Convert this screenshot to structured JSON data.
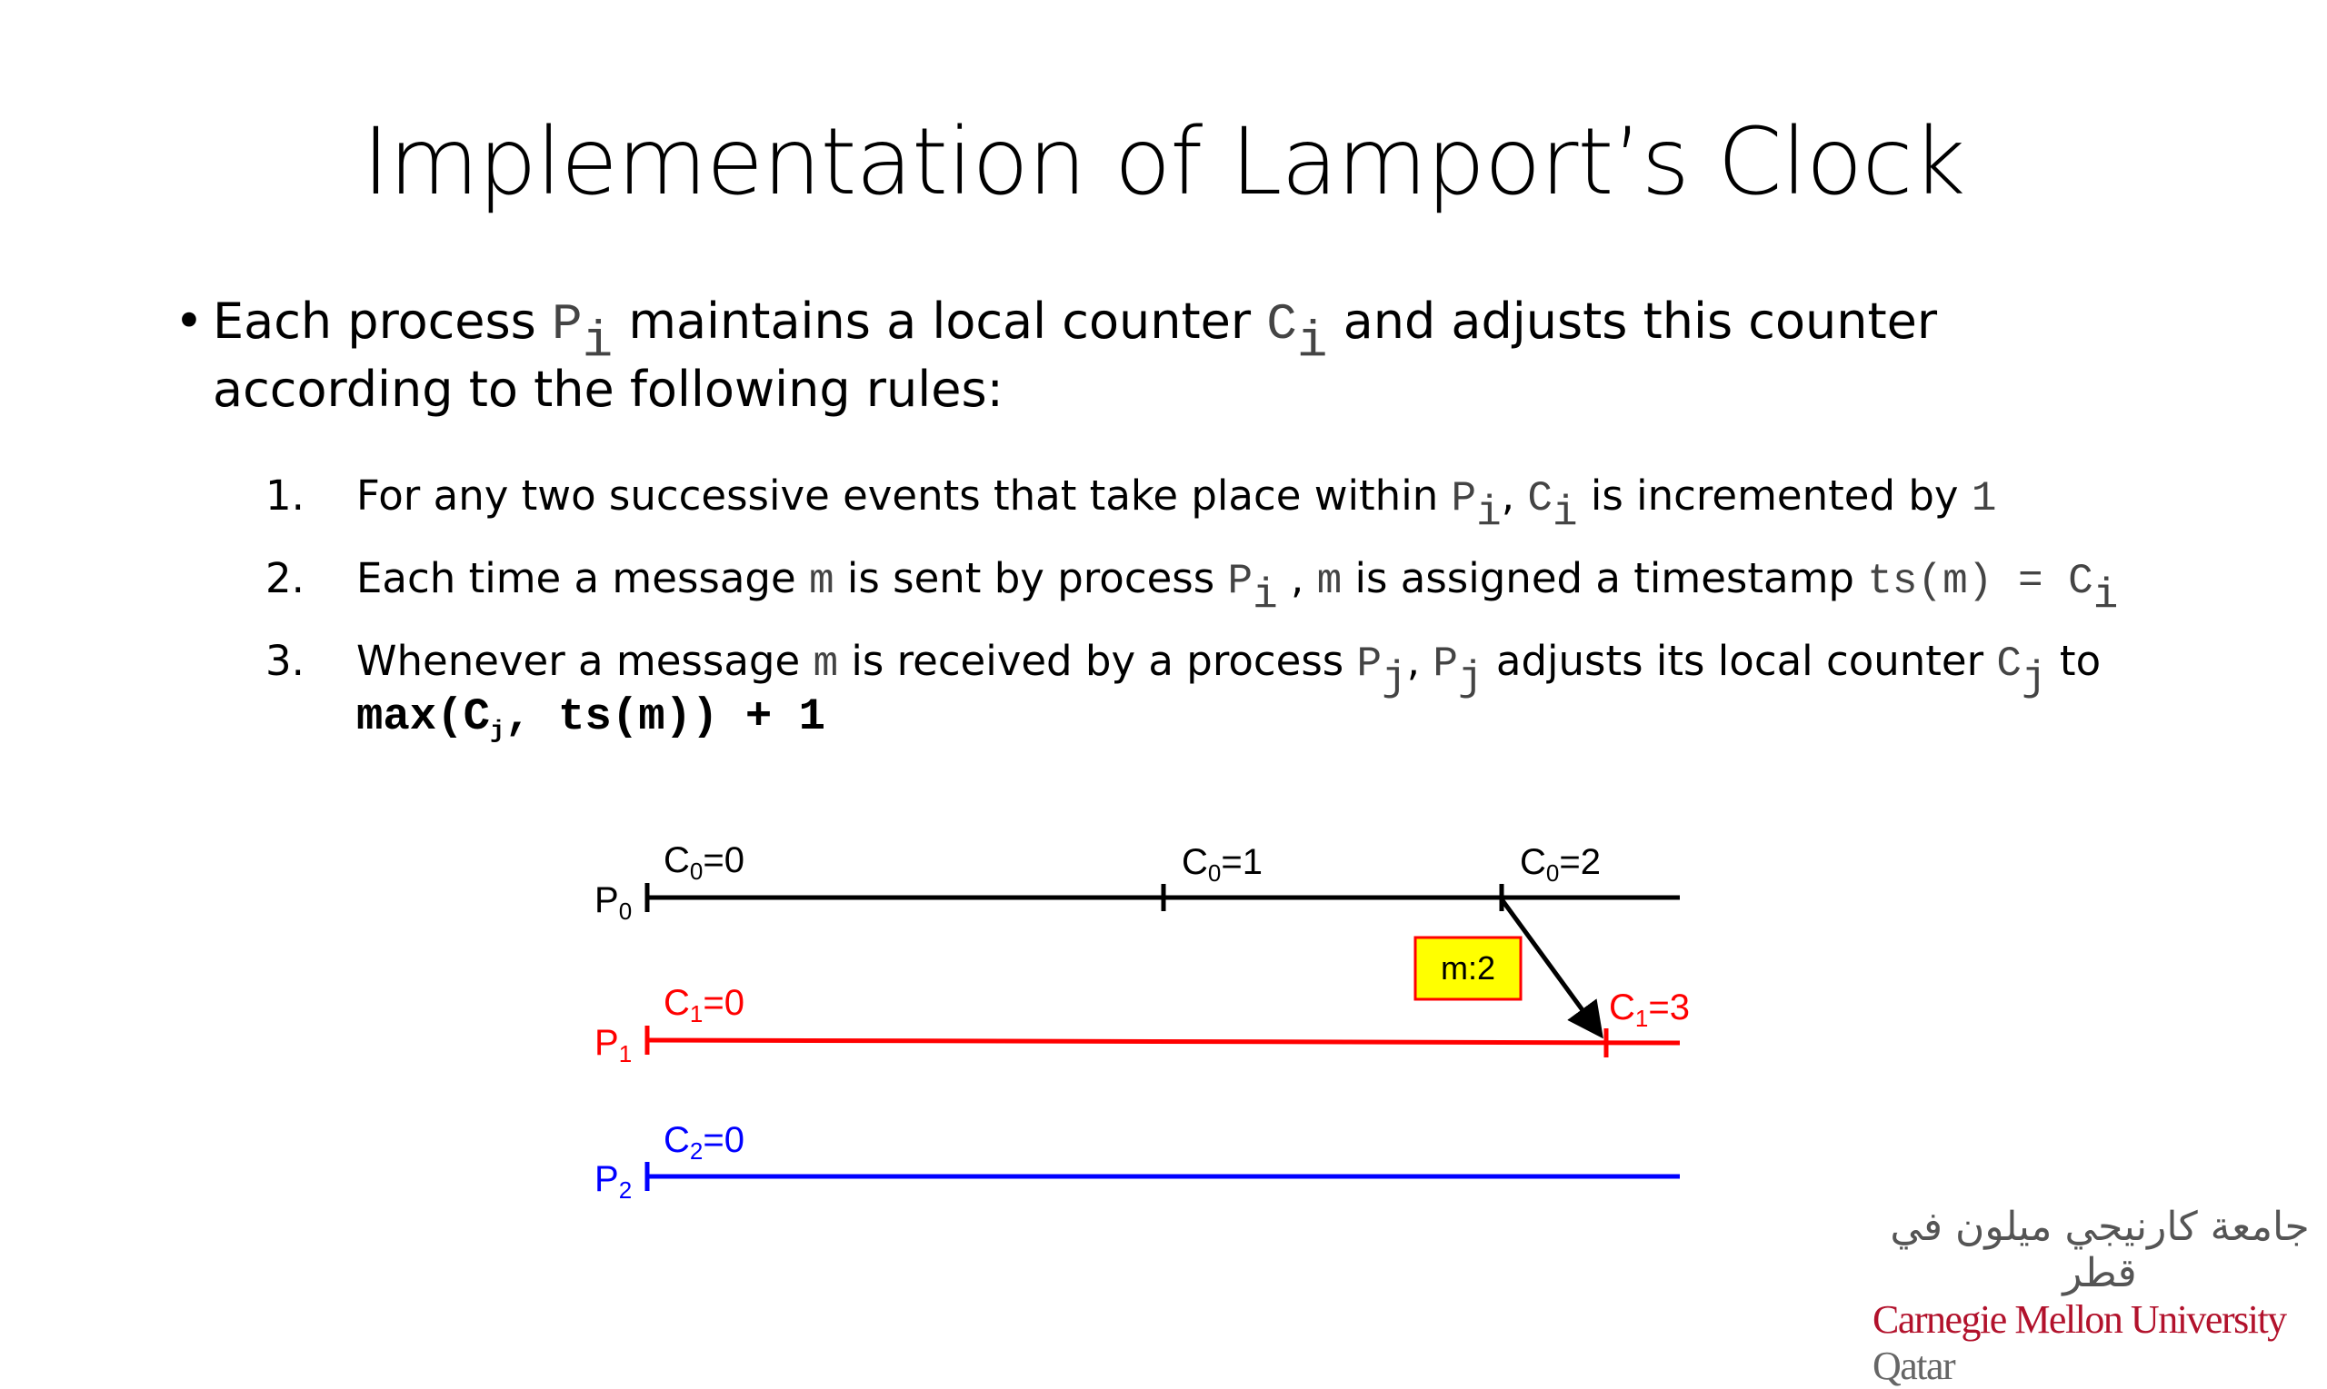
{
  "slide": {
    "title": "Implementation of Lamport’s Clock",
    "bullet": {
      "pre": "Each process ",
      "P": "P",
      "P_sub": "i",
      "mid": " maintains a local counter ",
      "C": "C",
      "C_sub": "i",
      "post": " and adjusts this counter according to the following rules:"
    },
    "rules": [
      {
        "num": "1.",
        "t1": "For any two successive events that take place within ",
        "P": "P",
        "P_sub": "i",
        "sep": ", ",
        "C": "C",
        "C_sub": "i",
        "t2": " is incremented by ",
        "val": "1"
      },
      {
        "num": "2.",
        "t1": "Each time a message ",
        "m": "m",
        "t2": " is sent by process ",
        "P": "P",
        "P_sub": "i",
        "t3": " , ",
        "m2": "m",
        "t4": " is assigned a timestamp ",
        "expr": "ts(m) = C",
        "expr_sub": "i"
      },
      {
        "num": "3.",
        "t1": "Whenever a message ",
        "m": "m",
        "t2": " is received by a process ",
        "P": "P",
        "P_sub": "j",
        "sep": ", ",
        "P2": "P",
        "P2_sub": "j",
        "t3": " adjusts its local counter ",
        "C": "C",
        "C_sub": "j",
        "t4": " to",
        "formula_a": "max(C",
        "formula_sub": "j",
        "formula_b": ", ts(m)) + 1"
      }
    ]
  },
  "diagram": {
    "colors": {
      "p0": "#000000",
      "p1": "#ff0000",
      "p2": "#0000ff",
      "msg_box": "#ffff00",
      "msg_border": "#ff0000"
    },
    "processes": [
      {
        "name": "P",
        "sub": "0"
      },
      {
        "name": "P",
        "sub": "1"
      },
      {
        "name": "P",
        "sub": "2"
      }
    ],
    "clock_labels": [
      {
        "name": "C",
        "sub": "0",
        "val": "=0"
      },
      {
        "name": "C",
        "sub": "0",
        "val": "=1"
      },
      {
        "name": "C",
        "sub": "0",
        "val": "=2"
      },
      {
        "name": "C",
        "sub": "1",
        "val": "=0"
      },
      {
        "name": "C",
        "sub": "1",
        "val": "=3"
      },
      {
        "name": "C",
        "sub": "2",
        "val": "=0"
      }
    ],
    "message": "m:2"
  },
  "logo": {
    "arabic": "جامعة كارنيجي ميلون في قطر",
    "latin": "Carnegie Mellon University",
    "latin_suffix": "Qatar"
  }
}
